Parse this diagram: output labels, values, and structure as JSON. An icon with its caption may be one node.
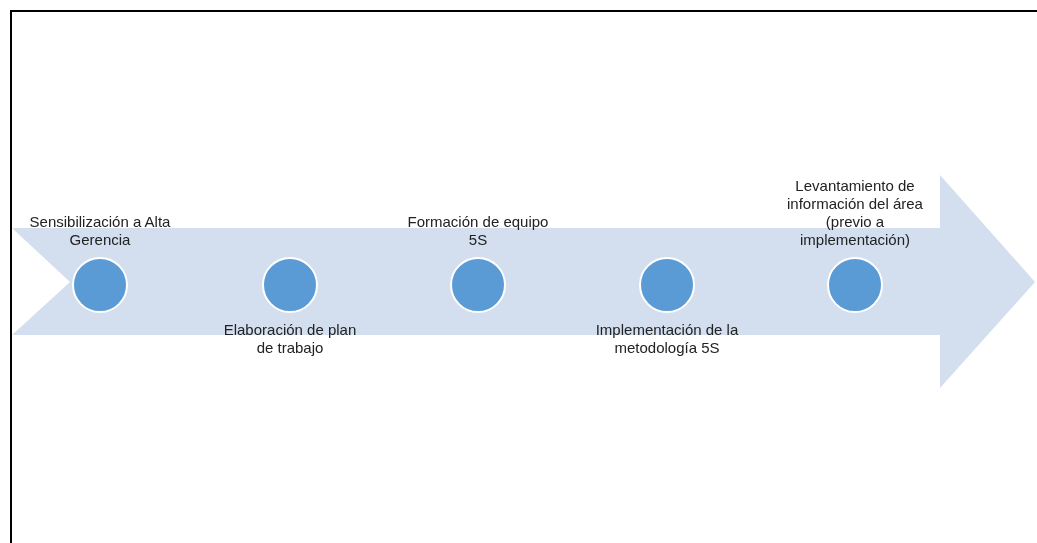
{
  "diagram": {
    "nodes": [
      {
        "text": [
          "Sensibilización a Alta Gerencia"
        ]
      },
      {
        "text": [
          "Elaboración de plan de trabajo"
        ]
      },
      {
        "text": [
          "Formación de equipo 5S"
        ]
      },
      {
        "text": [
          "Implementación de la metodología 5S"
        ]
      },
      {
        "text": [
          "Levantamiento de información del área (previo a implementación)"
        ]
      }
    ]
  }
}
